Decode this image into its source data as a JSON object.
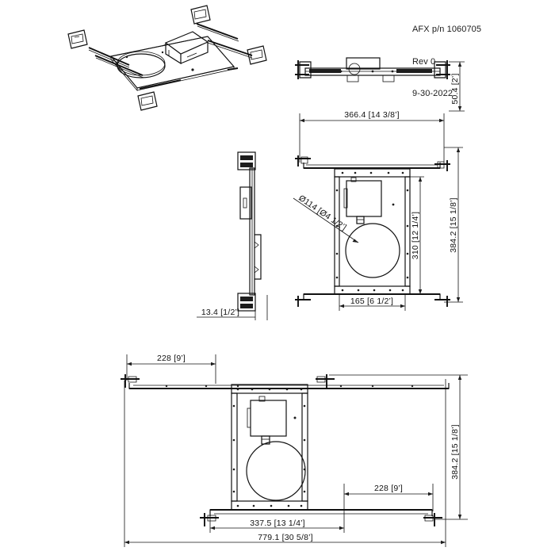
{
  "document": {
    "type": "engineering-drawing",
    "subject": "AFX recessed housing frame-in kit with adjustable bar hangers"
  },
  "title_block": {
    "part_line": "AFX p/n 1060705",
    "revision": "Rev 0",
    "date": "9-30-2022"
  },
  "views": [
    {
      "id": "isometric",
      "name": "isometric-view"
    },
    {
      "id": "top",
      "name": "top-view"
    },
    {
      "id": "side",
      "name": "side-view"
    },
    {
      "id": "front",
      "name": "front-elevation-view"
    },
    {
      "id": "bottom",
      "name": "bottom-elevation-view"
    }
  ],
  "dimensions": {
    "top_width": "366.4  [14  3/8’]",
    "top_height": "50.4  [2’]",
    "front_width": "366.4  [14  3/8’]",
    "front_aperture": "Ø114  [Ø4  1/2’]",
    "front_inner_height": "310  [12  1/4’]",
    "front_overall_height": "384.2  [15  1/8’]",
    "front_base_width": "165  [6  1/2’]",
    "side_thickness": "13.4  [1/2’]",
    "bottom_hanger_left": "228  [9’]",
    "bottom_hanger_right": "228  [9’]",
    "bottom_body_width": "337.5  [13  1/4’]",
    "bottom_overall_width": "779.1  [30  5/8’]",
    "bottom_overall_height": "384.2  [15  1/8’]"
  },
  "colors": {
    "line": "#111111",
    "background": "#ffffff",
    "solid": "#1d1d1d"
  }
}
